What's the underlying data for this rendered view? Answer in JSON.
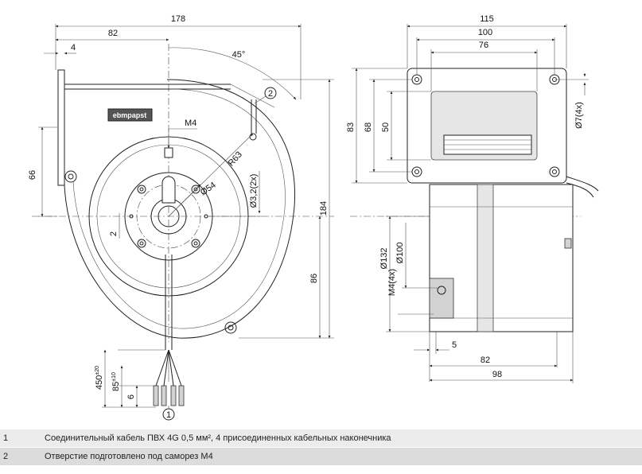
{
  "dimensions": {
    "d178": "178",
    "d82top": "82",
    "d4": "4",
    "d45": "45°",
    "d66": "66",
    "dM4": "M4",
    "dR63": "R63",
    "d54": "Ø54",
    "d3_2": "Ø3,2(2x)",
    "d2": "2",
    "d184": "184",
    "d86": "86",
    "d450": "450",
    "d450tol": "±20",
    "d85": "85",
    "d85tol": "±10",
    "d6": "6",
    "d115": "115",
    "d100": "100",
    "d76": "76",
    "d83": "83",
    "d68": "68",
    "d50": "50",
    "d7": "Ø7(4x)",
    "d132": "Ø132",
    "d100b": "Ø100",
    "dM4_4x": "M4(4x)",
    "d5": "5",
    "d82": "82",
    "d98": "98"
  },
  "callouts": {
    "c1": "1",
    "c2": "2"
  },
  "logo": "ebmpapst",
  "notes": [
    {
      "num": "1",
      "text": "Соединительный кабель ПВХ 4G 0,5 мм², 4 присоединенных кабельных наконечника"
    },
    {
      "num": "2",
      "text": "Отверстие подготовлено под саморез M4"
    }
  ]
}
